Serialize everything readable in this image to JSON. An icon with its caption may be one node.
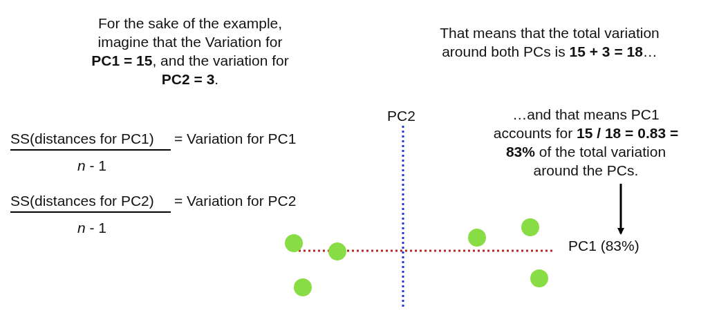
{
  "diagram": {
    "nodes": [
      {
        "text": [
          "…and that means PC1 accounts for **15 / 18 = 0.83 = 83%** of the total variation around the PCs."
        ]
      },
      {
        "text": [
          "PC1 (83%)"
        ]
      }
    ],
    "edges": [
      {
        "from": 0,
        "to": 1,
        "arrow": "to"
      }
    ],
    "labels": [
      "For the sake of the example, imagine that the Variation for **PC1 = 15**, and the variation for **PC2 = 3**.",
      "That means that the total variation around both PCs is **15 + 3 = 18**…",
      "SS(distances for PC1)",
      "= Variation for PC1",
      "*n* - 1",
      "SS(distances for PC2)",
      "= Variation for PC2",
      "*n* - 1",
      "PC2"
    ]
  }
}
